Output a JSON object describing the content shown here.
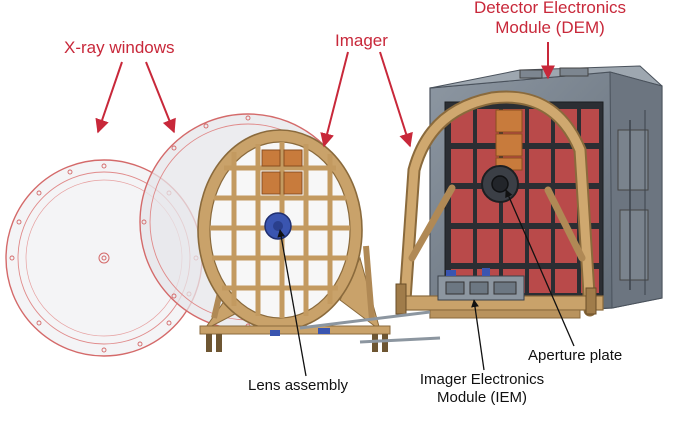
{
  "labels": {
    "xray_windows": "X-ray windows",
    "imager": "Imager",
    "dem_line1": "Detector Electronics",
    "dem_line2": "Module (DEM)",
    "lens_assembly": "Lens assembly",
    "aperture_plate": "Aperture plate",
    "iem_line1": "Imager Electronics",
    "iem_line2": "Module (IEM)"
  },
  "colors": {
    "callout_red": "#c8283a",
    "frame_tan": "#c9a26a",
    "frame_dark": "#8a6a3c",
    "window_red": "#d46a6a",
    "housing_gray": "#6f7a86",
    "panel_dark": "#2b2e33",
    "cell_red": "#b94a4a",
    "tile_orange": "#c87b3c",
    "lens_blue": "#3a55b0"
  }
}
